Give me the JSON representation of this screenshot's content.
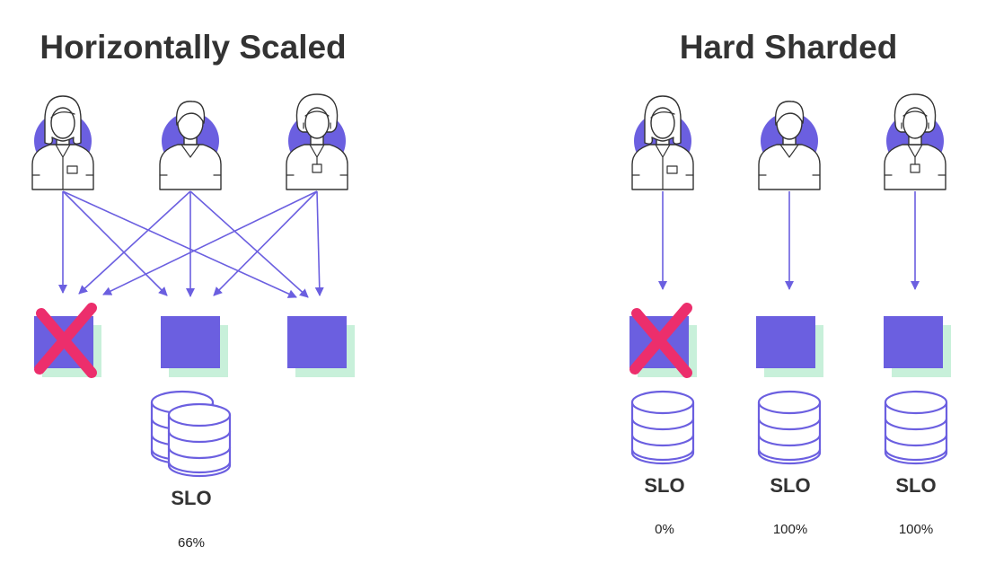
{
  "colors": {
    "accent": "#6b5fe0",
    "server_fill": "#6b5fe0",
    "server_shadow": "#c8f0da",
    "failure_x": "#ec2e6c",
    "text": "#333333"
  },
  "horizontally_scaled": {
    "title": "Horizontally Scaled",
    "slo_label": "SLO",
    "slo_value": "66%"
  },
  "hard_sharded": {
    "title": "Hard Sharded",
    "shards": [
      {
        "slo_label": "SLO",
        "slo_value": "0%"
      },
      {
        "slo_label": "SLO",
        "slo_value": "100%"
      },
      {
        "slo_label": "SLO",
        "slo_value": "100%"
      }
    ]
  },
  "icons": {
    "user": "user-icon",
    "server": "server-icon",
    "database": "database-icon",
    "failure": "failure-x-icon"
  }
}
